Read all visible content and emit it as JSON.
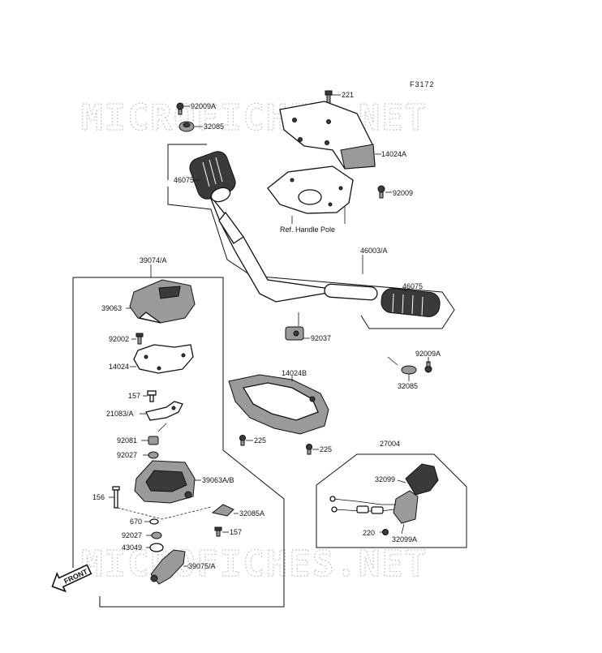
{
  "figure_code": "F3172",
  "watermark": "MICROFICHES.NET",
  "front_label": "FRONT",
  "ref_note": "Ref. Handle Pole",
  "parts": {
    "p221": "221",
    "p92009A_top": "92009A",
    "p32085_top": "32085",
    "p14024A": "14024A",
    "p46075_left": "46075",
    "p92009": "92009",
    "p46003A": "46003/A",
    "p39074A": "39074/A",
    "p46075_right": "46075",
    "p39063": "39063",
    "p92037": "92037",
    "p92002": "92002",
    "p92009A_right": "92009A",
    "p14024": "14024",
    "p32085_right": "32085",
    "p14024B": "14024B",
    "p157_top": "157",
    "p21083A": "21083/A",
    "p92081": "92081",
    "p225_left": "225",
    "p225_right": "225",
    "p27004": "27004",
    "p92027_top": "92027",
    "p39063AB": "39063A/B",
    "p32099": "32099",
    "p156": "156",
    "p32085A": "32085A",
    "p670": "670",
    "p157_bottom": "157",
    "p92027_bottom": "92027",
    "p220": "220",
    "p32099A": "32099A",
    "p43049": "43049",
    "p39075A": "39075/A"
  }
}
